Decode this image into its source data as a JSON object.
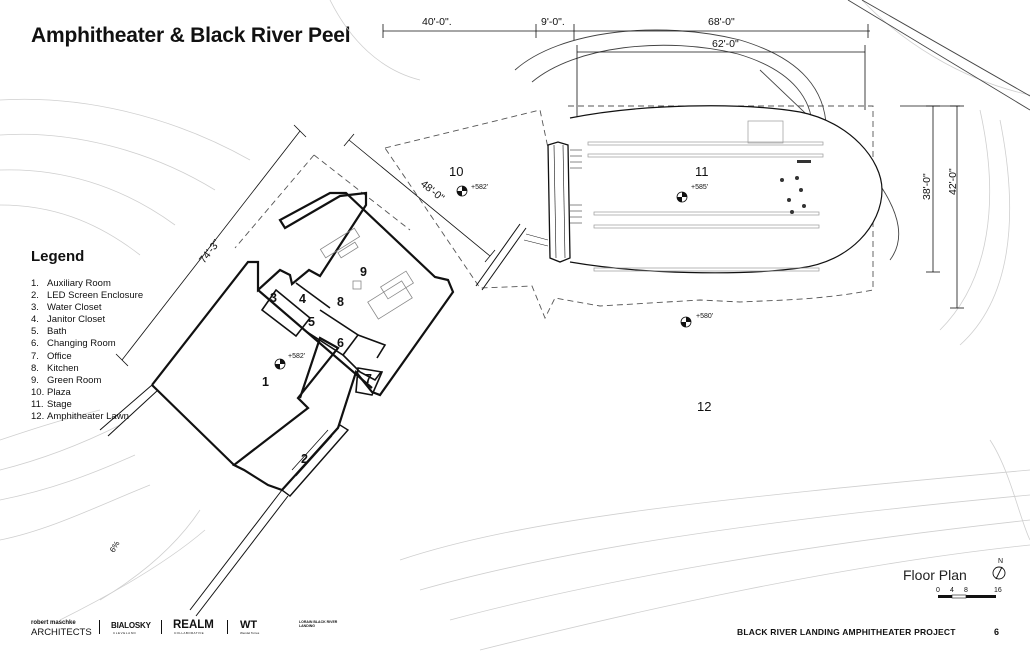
{
  "title": "Amphitheater & Black River Peel",
  "legend": {
    "title": "Legend",
    "items": [
      {
        "num": "1.",
        "label": "Auxiliary Room"
      },
      {
        "num": "2.",
        "label": "LED Screen Enclosure"
      },
      {
        "num": "3.",
        "label": "Water Closet"
      },
      {
        "num": "4.",
        "label": "Janitor Closet"
      },
      {
        "num": "5.",
        "label": "Bath"
      },
      {
        "num": "6.",
        "label": "Changing Room"
      },
      {
        "num": "7.",
        "label": "Office"
      },
      {
        "num": "8.",
        "label": "Kitchen"
      },
      {
        "num": "9.",
        "label": "Green Room"
      },
      {
        "num": "10.",
        "label": "Plaza"
      },
      {
        "num": "11.",
        "label": "Stage"
      },
      {
        "num": "12.",
        "label": "Amphitheater Lawn"
      }
    ]
  },
  "dimensions": {
    "d1": "40'-0\".",
    "d2": "9'-0\".",
    "d3": "68'-0\"",
    "d4": "62'-0\"",
    "d5": "74'-3\"",
    "d6": "48'-0\"",
    "d7": "38'-0\"",
    "d8": "42'-0\"",
    "slope": "6%"
  },
  "room_labels": {
    "r1": "1",
    "r2": "2",
    "r3": "3",
    "r4": "4",
    "r5": "5",
    "r6": "6",
    "r7": "7",
    "r8": "8",
    "r9": "9",
    "r10": "10",
    "r11": "11",
    "r12": "12"
  },
  "elevations": {
    "plaza": "+582'",
    "stage": "+585'",
    "aux": "+582'",
    "lawn": "+580'"
  },
  "floor_plan_label": "Floor Plan",
  "north_label": "N",
  "scale_bar": {
    "labels": [
      "0",
      "4",
      "8",
      "16"
    ]
  },
  "project_name": "BLACK RIVER LANDING AMPHITHEATER PROJECT",
  "page_number": "6",
  "logos": {
    "rm_line1": "robert maschke",
    "rm_line2": "ARCHITECTS",
    "bialosky": "BIALOSKY",
    "bialosky_sub": "CLEVELAND",
    "realm": "REALM",
    "realm_sub": "COLLABORATIVE",
    "wt": "WT",
    "wt_sub": "Wendel Torres",
    "lbk": "LORAIN BLACK RIVER LANDING"
  }
}
